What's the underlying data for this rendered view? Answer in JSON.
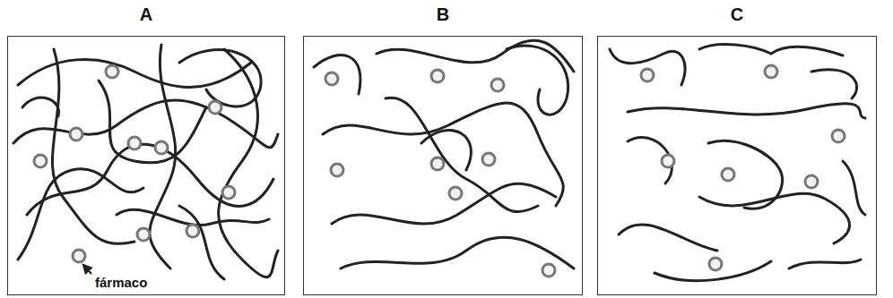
{
  "diagram": {
    "nodes": [
      {
        "text": [
          "A"
        ]
      },
      {
        "text": [
          "B"
        ]
      },
      {
        "text": [
          "C"
        ]
      }
    ],
    "labels": [
      "fármaco"
    ]
  }
}
